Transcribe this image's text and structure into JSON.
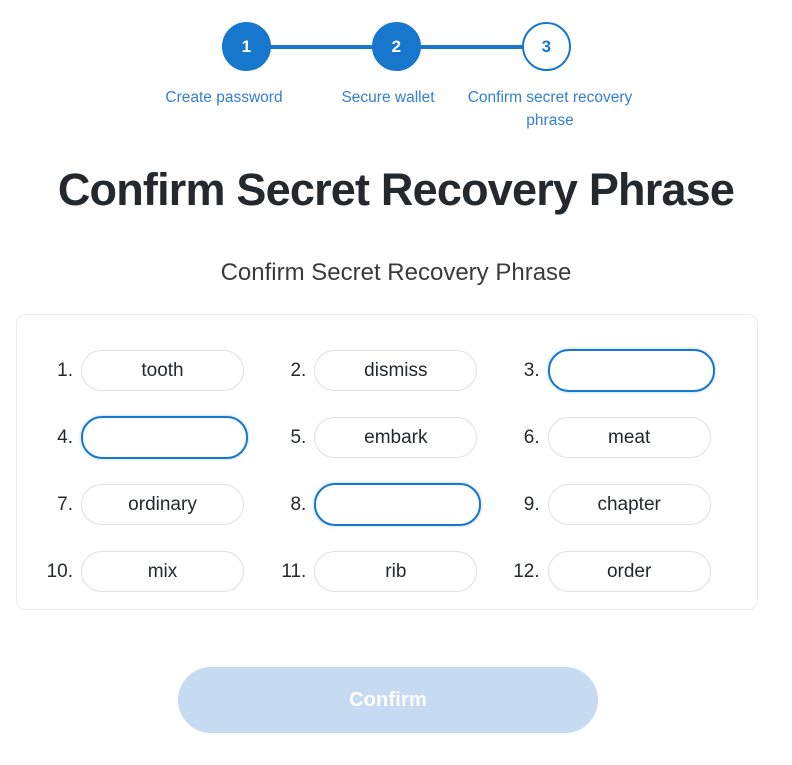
{
  "stepper": {
    "steps": [
      {
        "number": "1",
        "label": "Create password",
        "state": "done"
      },
      {
        "number": "2",
        "label": "Secure wallet",
        "state": "done"
      },
      {
        "number": "3",
        "label": "Confirm secret recovery phrase",
        "state": "current"
      }
    ],
    "accent_color": "#1677cc",
    "label_color": "#337fd0"
  },
  "heading": {
    "title": "Confirm Secret Recovery Phrase",
    "subtitle": "Confirm Secret Recovery Phrase"
  },
  "phrase": {
    "words": [
      {
        "index": "1.",
        "word": "tooth",
        "empty": false
      },
      {
        "index": "2.",
        "word": "dismiss",
        "empty": false
      },
      {
        "index": "3.",
        "word": "",
        "empty": true
      },
      {
        "index": "4.",
        "word": "",
        "empty": true
      },
      {
        "index": "5.",
        "word": "embark",
        "empty": false
      },
      {
        "index": "6.",
        "word": "meat",
        "empty": false
      },
      {
        "index": "7.",
        "word": "ordinary",
        "empty": false
      },
      {
        "index": "8.",
        "word": "",
        "empty": true
      },
      {
        "index": "9.",
        "word": "chapter",
        "empty": false
      },
      {
        "index": "10.",
        "word": "mix",
        "empty": false
      },
      {
        "index": "11.",
        "word": "rib",
        "empty": false
      },
      {
        "index": "12.",
        "word": "order",
        "empty": false
      }
    ]
  },
  "actions": {
    "confirm_label": "Confirm",
    "confirm_disabled": true,
    "confirm_color": "#c6daf2"
  }
}
